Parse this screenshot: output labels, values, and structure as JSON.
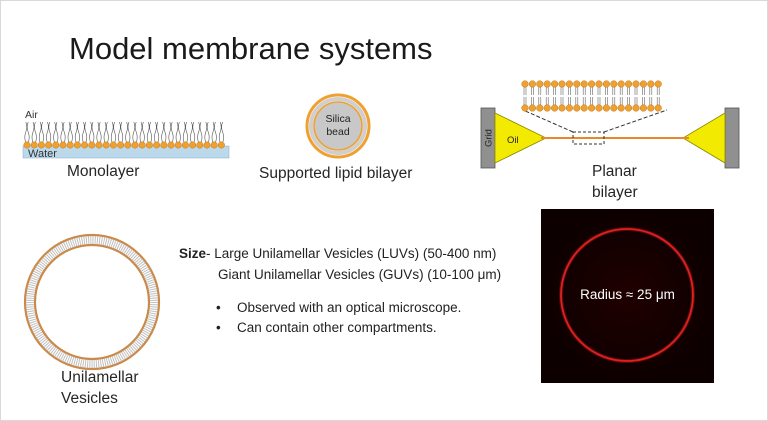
{
  "title": "Model membrane systems",
  "monolayer": {
    "air_label": "Air",
    "water_label": "Water",
    "caption": "Monolayer"
  },
  "supported_bilayer": {
    "bead_line1": "Silica",
    "bead_line2": "bead",
    "caption": "Supported lipid bilayer"
  },
  "planar_bilayer": {
    "grid_label": "Grid",
    "oil_label": "Oil",
    "caption_line1": "Planar",
    "caption_line2": "bilayer"
  },
  "vesicle": {
    "caption_line1": "Unilamellar",
    "caption_line2": "Vesicles"
  },
  "size": {
    "heading": "Size",
    "dash": "- ",
    "luv": "Large Unilamellar Vesicles (LUVs) (50-400 nm)",
    "guv": "Giant Unilamellar Vesicles (GUVs) (10-100 μm)",
    "bullet_char": "•",
    "bullets": [
      "Observed with an optical microscope.",
      "Can contain other compartments."
    ]
  },
  "micrograph": {
    "label": "Radius ≈ 25 μm"
  },
  "colors": {
    "headgroup": "#f0a030",
    "headgroup_edge": "#c07818",
    "water": "#bcd9ec",
    "oil": "#f2ea00",
    "ring": "#c98a4a",
    "fluor": "#d01a1a",
    "grid": "#909090"
  }
}
